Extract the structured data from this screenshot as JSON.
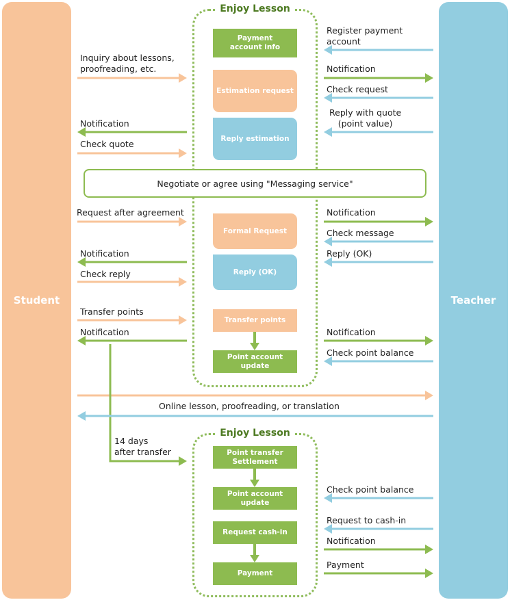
{
  "columns": {
    "student": "Student",
    "teacher": "Teacher"
  },
  "frames": {
    "top_title": "Enjoy Lesson",
    "bottom_title": "Enjoy Lesson"
  },
  "boxes": {
    "payment_account_info": "Payment\naccount info",
    "estimation_request": "Estimation request",
    "reply_estimation": "Reply estimation",
    "formal_request": "Formal Request",
    "reply_ok": "Reply (OK)",
    "transfer_points": "Transfer points",
    "point_account_update_1": "Point account\nupdate",
    "point_transfer_settlement": "Point transfer\nSettlement",
    "point_account_update_2": "Point account\nupdate",
    "request_cash_in": "Request cash-in",
    "payment": "Payment"
  },
  "negotiate": "Negotiate or agree using \"Messaging service\"",
  "student_labels": {
    "inquiry": "Inquiry about lessons,\nproofreading, etc.",
    "notification_1": "Notification",
    "check_quote": "Check quote",
    "request_after_agreement": "Request after agreement",
    "notification_2": "Notification",
    "check_reply": "Check reply",
    "transfer_points": "Transfer points",
    "notification_3": "Notification",
    "fourteen_days": "14 days\nafter transfer"
  },
  "teacher_labels": {
    "register_payment": "Register payment\naccount",
    "notification_1": "Notification",
    "check_request": "Check request",
    "reply_with_quote": "Reply with quote\n(point value)",
    "notification_2": "Notification",
    "check_message": "Check message",
    "reply_ok": "Reply (OK)",
    "notification_3": "Notification",
    "check_point_balance_1": "Check point balance",
    "check_point_balance_2": "Check point balance",
    "request_to_cash_in": "Request to cash-in",
    "notification_4": "Notification",
    "payment": "Payment"
  },
  "online_lesson": "Online lesson, proofreading, or translation",
  "colors": {
    "student": "#f8c49a",
    "teacher": "#92cde0",
    "green": "#8dbb50",
    "frame_title": "#4d7a22"
  }
}
